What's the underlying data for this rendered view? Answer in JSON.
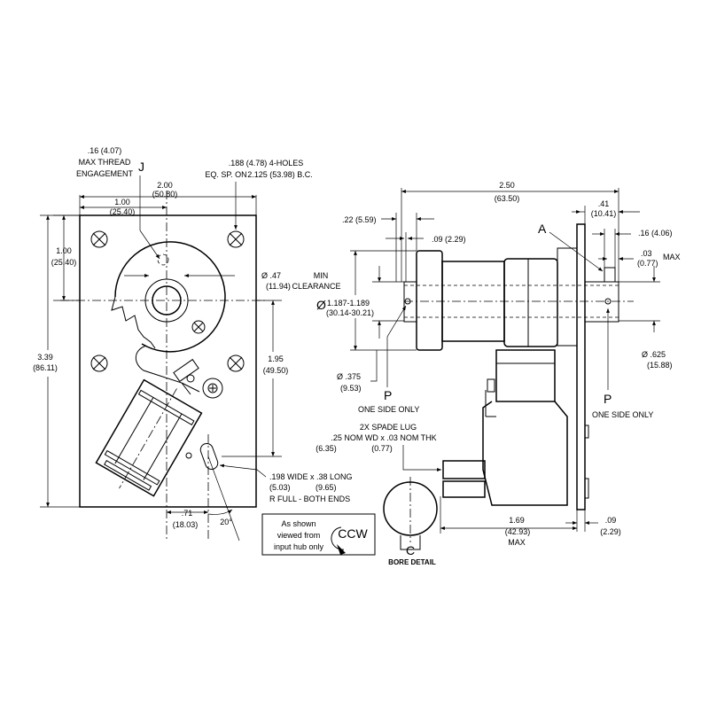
{
  "left_view": {
    "thread_depth": [
      ".16 (4.07)",
      "MAX THREAD",
      "ENGAGEMENT"
    ],
    "label_j": "J",
    "holes": [
      ".188 (4.78) 4-HOLES",
      "EQ. SP. ON",
      "2.125 (53.98) B.C."
    ],
    "width_total": [
      "2.00",
      "(50.80)"
    ],
    "width_half": [
      "1.00",
      "(25.40)"
    ],
    "top_to_center": [
      "1.00",
      "(25.40)"
    ],
    "height_total": [
      "3.39",
      "(86.11)"
    ],
    "hub_dia": [
      ".47",
      "(11.94)"
    ],
    "min_clearance": [
      "MIN",
      "CLEARANCE"
    ],
    "center_to_slot": [
      "1.95",
      "(49.50)"
    ],
    "slot": [
      ".198 WIDE x .38 LONG",
      "(5.03)",
      "(9.65)",
      "R FULL - BOTH ENDS"
    ],
    "slot_offset": [
      ".71",
      "(18.03)"
    ],
    "angle": "20°"
  },
  "note_box": {
    "lines": [
      "As shown",
      "viewed from",
      "input hub only"
    ],
    "rotation": "CCW"
  },
  "right_view": {
    "length_total": [
      "2.50",
      "(63.50)"
    ],
    "label_a": "A",
    "flange_offset": [
      ".41",
      "(10.41)"
    ],
    "hub_step": [
      ".22 (5.59)"
    ],
    "hub_lip": [
      ".09 (2.29)"
    ],
    "key_dim": [
      ".16 (4.06)"
    ],
    "flat_depth": [
      ".03",
      "(0.77)"
    ],
    "max_label": "MAX",
    "pilot_dia": [
      "1.187-1.189",
      "(30.14-30.21)"
    ],
    "hub_bore": [
      ".375",
      "(9.53)"
    ],
    "label_p": "P",
    "one_side_only": "ONE SIDE ONLY",
    "shaft_dia": [
      ".625",
      "(15.88)"
    ],
    "spade_lug": [
      "2X SPADE LUG",
      ".25 NOM WD x .03 NOM THK",
      "(6.35)",
      "(0.77)"
    ],
    "depth": [
      "1.69",
      "(42.93)",
      "MAX"
    ],
    "flange_thk": [
      ".09",
      "(2.29)"
    ],
    "label_c": "C",
    "bore_detail": "BORE DETAIL",
    "dia_symbol": "Ø"
  }
}
